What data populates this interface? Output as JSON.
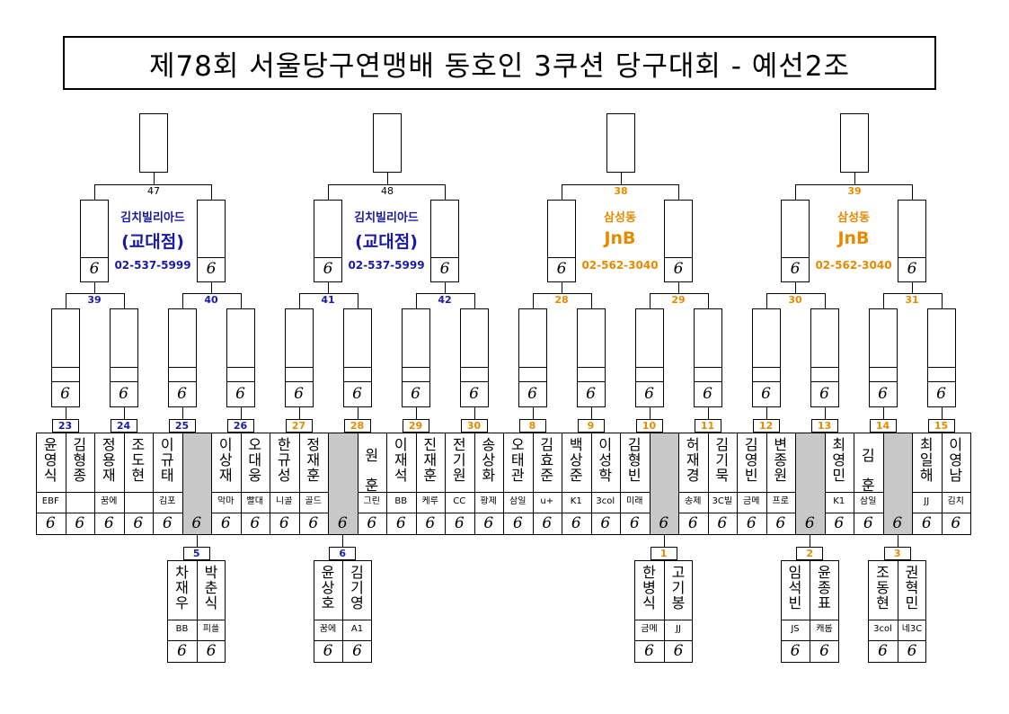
{
  "title": "제78회 서울당구연맹배 동호인 3쿠션 당구대회 - 예선2조",
  "score_mark": "6",
  "top_matches": [
    "47",
    "48",
    "38",
    "39"
  ],
  "venues": [
    {
      "name": "김치빌리아드",
      "branch": "(교대점)",
      "phone": "02-537-5999",
      "color": "#1a1aa6"
    },
    {
      "name": "김치빌리아드",
      "branch": "(교대점)",
      "phone": "02-537-5999",
      "color": "#1a1aa6"
    },
    {
      "name": "삼성동",
      "branch": "JnB",
      "phone": "02-562-3040",
      "color": "#e68a00"
    },
    {
      "name": "삼성동",
      "branch": "JnB",
      "phone": "02-562-3040",
      "color": "#e68a00"
    }
  ],
  "r2_matches": [
    "39",
    "40",
    "41",
    "42",
    "28",
    "29",
    "30",
    "31"
  ],
  "r1_matches": [
    "23",
    "24",
    "25",
    "26",
    "27",
    "28",
    "29",
    "30",
    "8",
    "9",
    "10",
    "11",
    "12",
    "13",
    "14",
    "15"
  ],
  "players": [
    {
      "name": "윤영식",
      "club": "EBF"
    },
    {
      "name": "김형종",
      "club": ""
    },
    {
      "name": "정용재",
      "club": "꿈에"
    },
    {
      "name": "조도현",
      "club": ""
    },
    {
      "name": "이규태",
      "club": "김포"
    },
    {
      "name": "",
      "club": ""
    },
    {
      "name": "이상재",
      "club": "악마"
    },
    {
      "name": "오대웅",
      "club": "빨대"
    },
    {
      "name": "한규성",
      "club": "니콜"
    },
    {
      "name": "정재훈",
      "club": "골드"
    },
    {
      "name": "",
      "club": ""
    },
    {
      "name": "원훈",
      "club": "그린"
    },
    {
      "name": "이재석",
      "club": "BB"
    },
    {
      "name": "진재훈",
      "club": "케루"
    },
    {
      "name": "전기원",
      "club": "CC"
    },
    {
      "name": "송상화",
      "club": "황제"
    },
    {
      "name": "오태관",
      "club": "삼일"
    },
    {
      "name": "김효준",
      "club": "u+"
    },
    {
      "name": "백상준",
      "club": "K1"
    },
    {
      "name": "이성학",
      "club": "3col"
    },
    {
      "name": "김형빈",
      "club": "미래"
    },
    {
      "name": "",
      "club": ""
    },
    {
      "name": "허재경",
      "club": "송제"
    },
    {
      "name": "김기묵",
      "club": "3C빌"
    },
    {
      "name": "김영빈",
      "club": "금메"
    },
    {
      "name": "변종원",
      "club": "프로"
    },
    {
      "name": "",
      "club": ""
    },
    {
      "name": "최영민",
      "club": "K1"
    },
    {
      "name": "김훈",
      "club": "삼일"
    },
    {
      "name": "",
      "club": ""
    },
    {
      "name": "최일해",
      "club": "JJ"
    },
    {
      "name": "이영남",
      "club": "김치"
    }
  ],
  "prelim": [
    {
      "num": "5",
      "p1": {
        "name": "차재우",
        "club": "BB"
      },
      "p2": {
        "name": "박춘식",
        "club": "피플"
      }
    },
    {
      "num": "6",
      "p1": {
        "name": "윤상호",
        "club": "꿈에"
      },
      "p2": {
        "name": "김기영",
        "club": "A1"
      }
    },
    {
      "num": "1",
      "p1": {
        "name": "한병식",
        "club": "금메"
      },
      "p2": {
        "name": "고기봉",
        "club": "JJ"
      }
    },
    {
      "num": "2",
      "p1": {
        "name": "임석빈",
        "club": "JS"
      },
      "p2": {
        "name": "윤종표",
        "club": "캐롬"
      }
    },
    {
      "num": "3",
      "p1": {
        "name": "조동현",
        "club": "3col"
      },
      "p2": {
        "name": "권혁민",
        "club": "네3C"
      }
    }
  ]
}
